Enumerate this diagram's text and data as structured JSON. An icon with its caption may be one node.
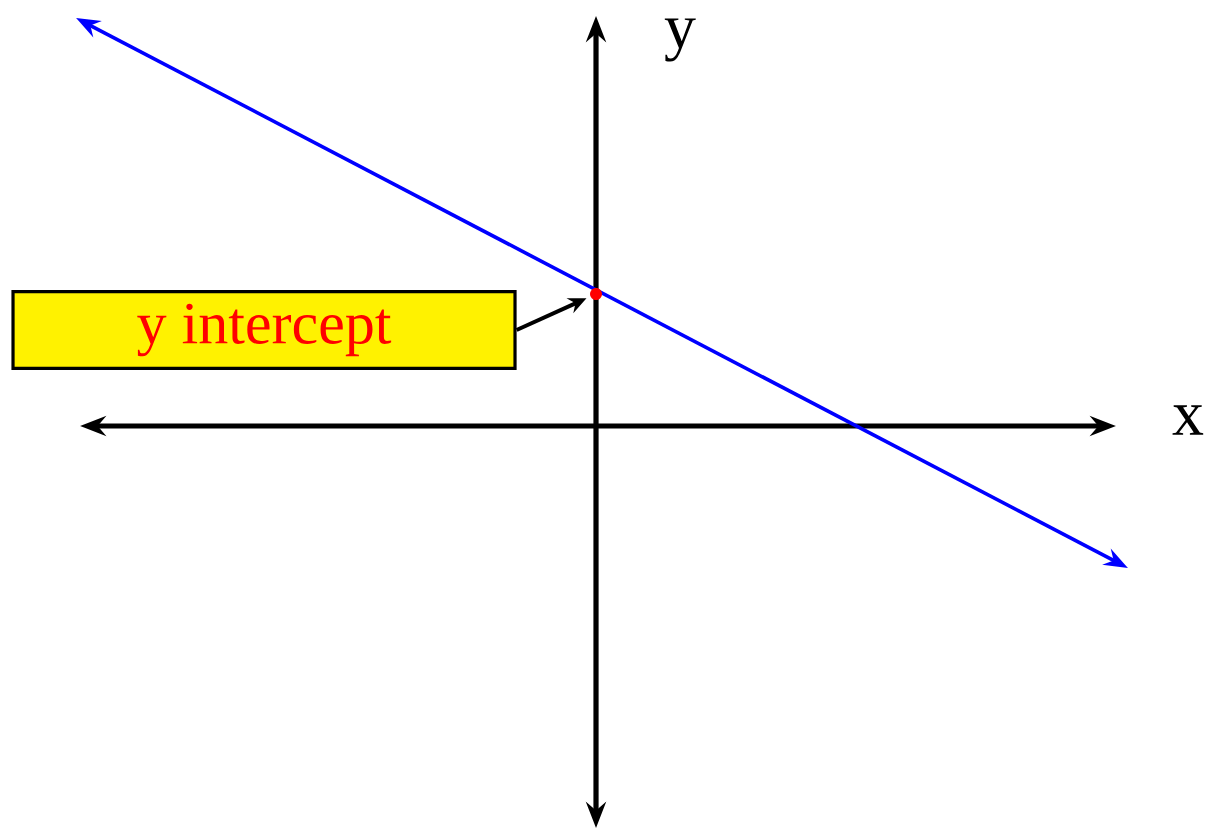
{
  "diagram": {
    "nodes": [
      {
        "text": [
          "y intercept"
        ]
      },
      {
        "text": [],
        "shape": "circle"
      }
    ],
    "edges": [
      {
        "from": 0,
        "to": 1,
        "arrow": "to"
      }
    ],
    "labels": [
      "y",
      "x"
    ]
  }
}
